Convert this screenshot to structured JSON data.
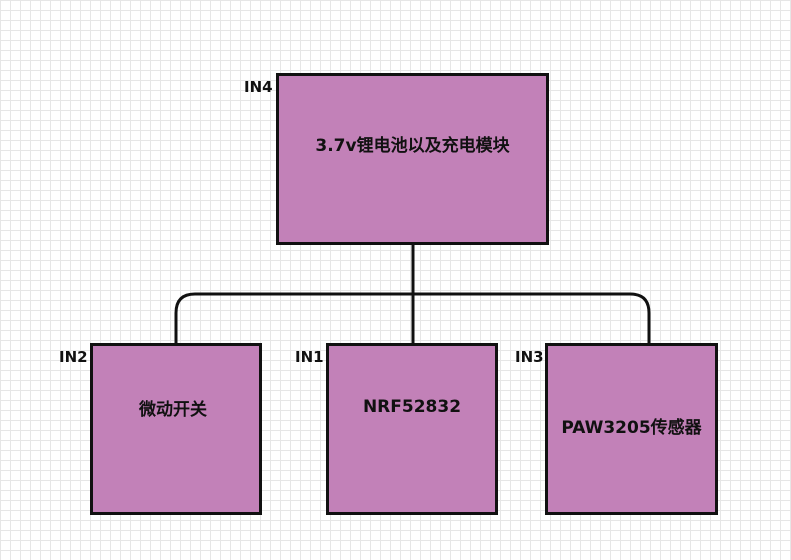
{
  "colors": {
    "box_fill": "#c281b8",
    "border": "#111111",
    "connector": "#111111",
    "grid": "#e6e6e6"
  },
  "nodes": {
    "battery": {
      "label": "3.7v锂电池以及充电模块",
      "port": "IN4"
    },
    "switch": {
      "label": "微动开关",
      "port": "IN2"
    },
    "nrf": {
      "label": "NRF52832",
      "port": "IN1"
    },
    "paw": {
      "label": "PAW3205传感器",
      "port": "IN3"
    }
  }
}
